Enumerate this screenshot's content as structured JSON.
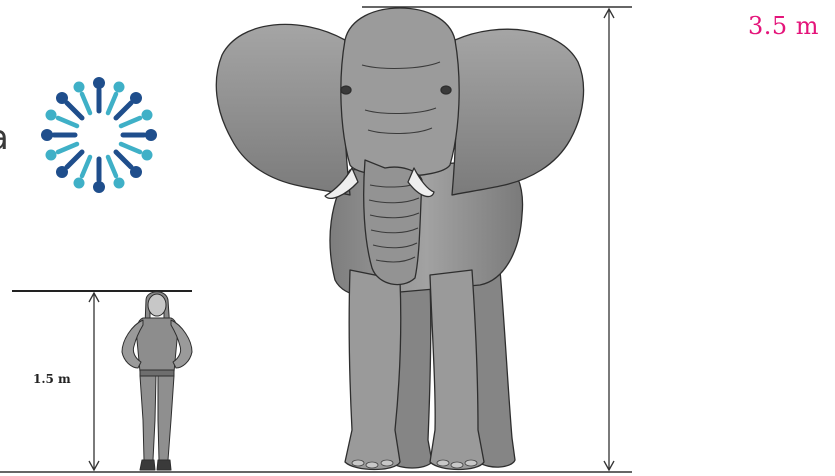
{
  "labels": {
    "elephant_height": "3.5 m",
    "person_height": "1.5 m"
  },
  "logo": {
    "partial_letter": "a"
  },
  "colors": {
    "elephant_label": "#e4147a",
    "elephant_fill": "#8f8f8f",
    "elephant_outline": "#2e2e2e",
    "logo_dark_blue": "#1f4e8c",
    "logo_light_blue": "#3fb0c7",
    "lines": "#333333"
  }
}
